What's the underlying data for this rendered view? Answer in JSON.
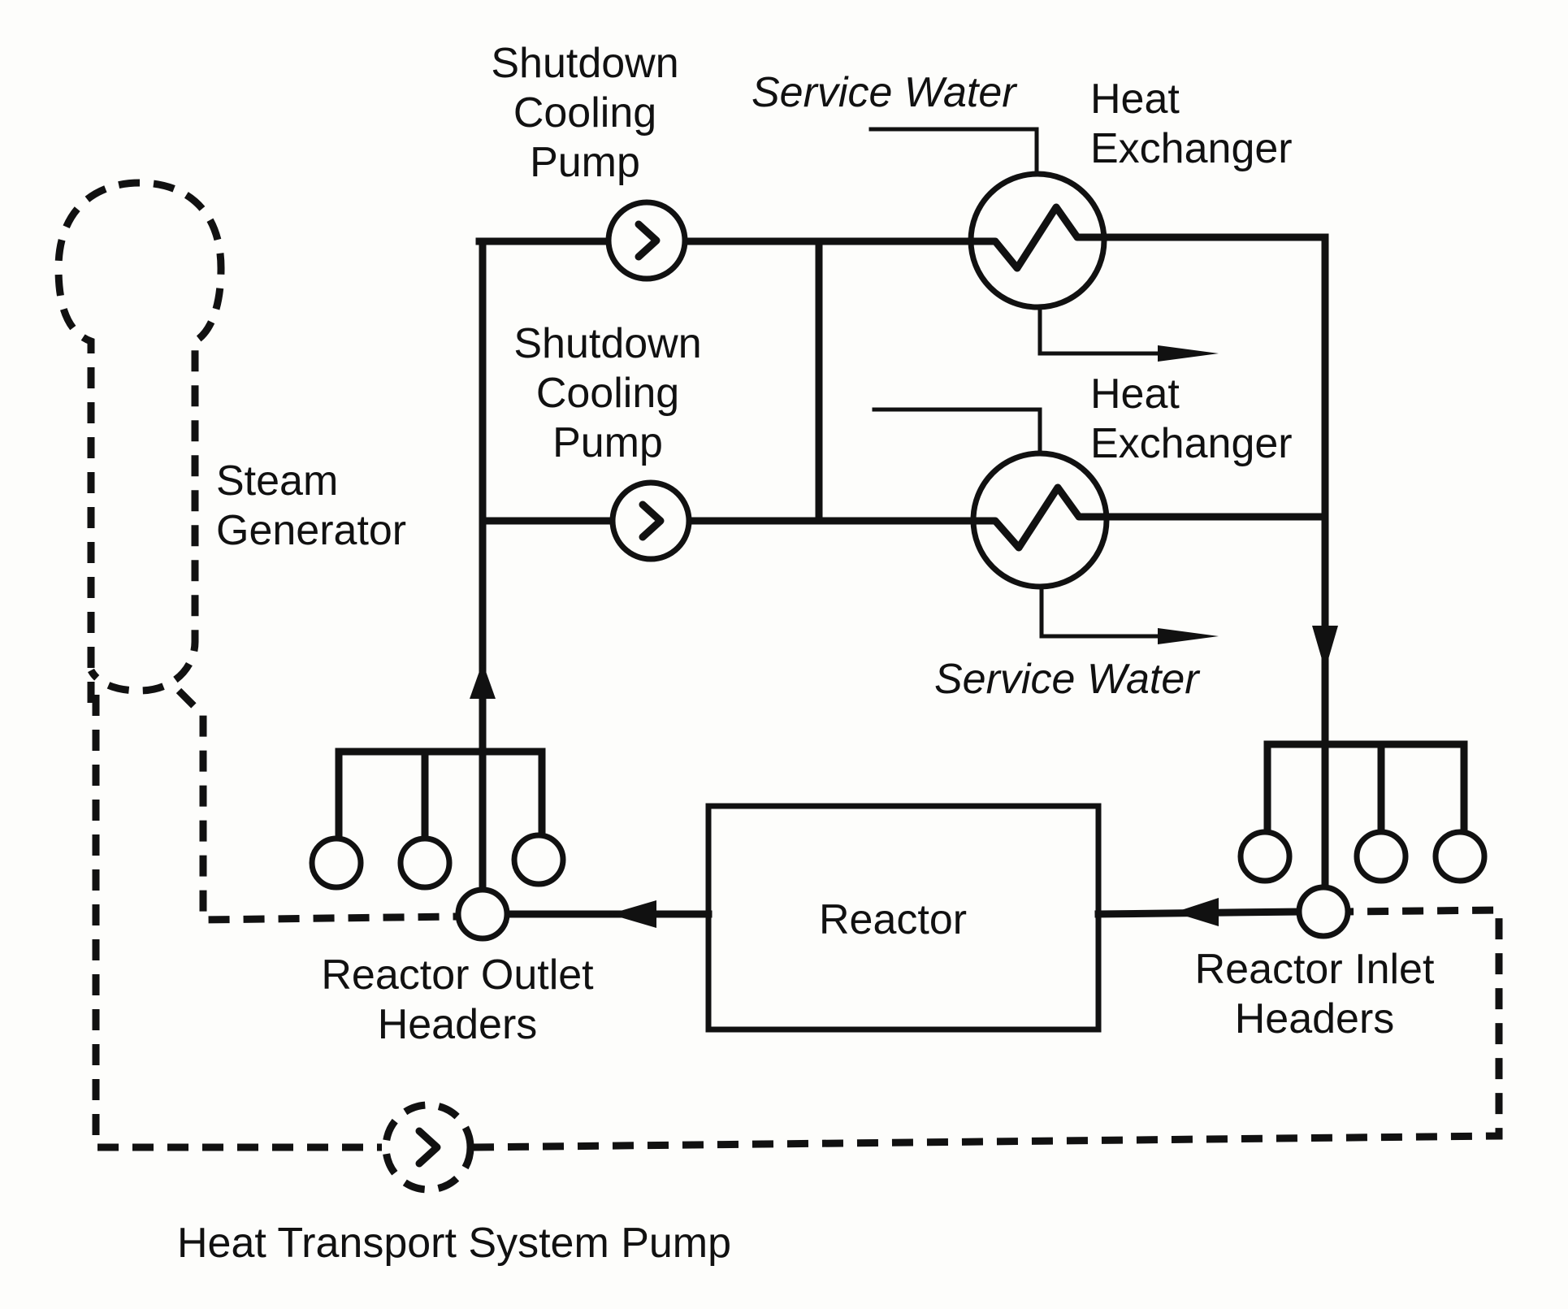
{
  "colors": {
    "ink": "#111111",
    "paper": "#fdfdfb"
  },
  "labels": {
    "pump_top": [
      "Shutdown",
      "Cooling",
      "Pump"
    ],
    "pump_mid": [
      "Shutdown",
      "Cooling",
      "Pump"
    ],
    "service_water_top": "Service Water",
    "hx_top": [
      "Heat",
      "Exchanger"
    ],
    "hx_mid": [
      "Heat",
      "Exchanger"
    ],
    "service_water_bottom": "Service Water",
    "steam_generator": [
      "Steam",
      "Generator"
    ],
    "reactor": "Reactor",
    "reactor_outlet": [
      "Reactor Outlet",
      "Headers"
    ],
    "reactor_inlet": [
      "Reactor Inlet",
      "Headers"
    ],
    "hts_pump": "Heat Transport System Pump"
  },
  "icons": [
    "pump-icon",
    "heat-exchanger-icon",
    "flow-arrow-icon",
    "header-icon"
  ]
}
